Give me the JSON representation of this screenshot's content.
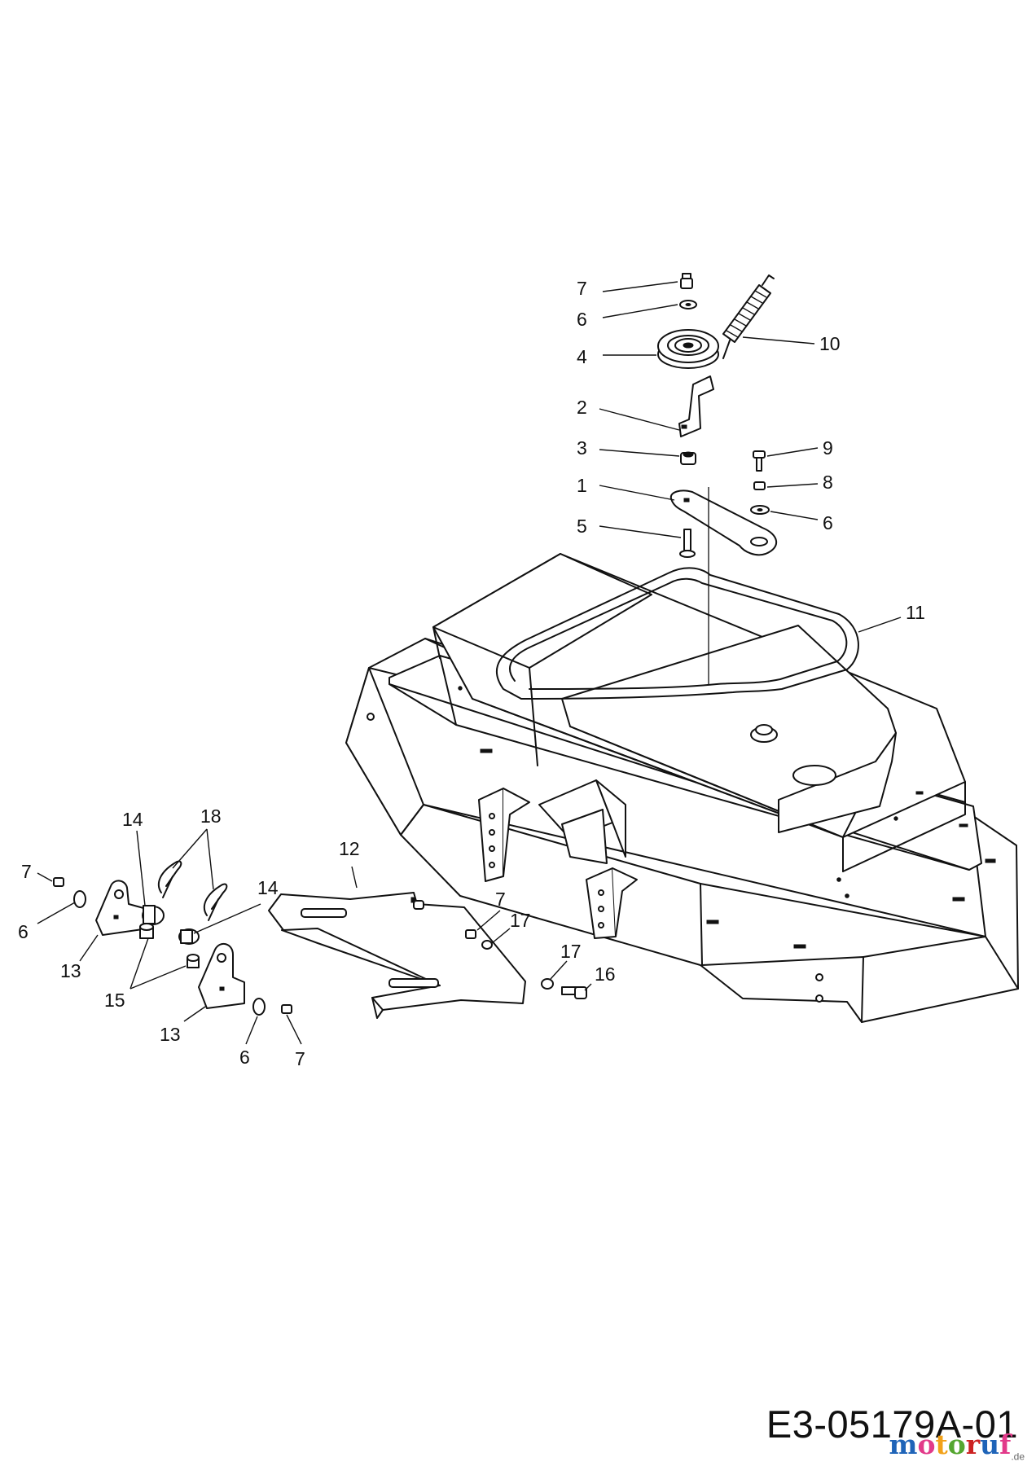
{
  "drawing_code": "E3-05179A-01",
  "watermark": {
    "letters": [
      "m",
      "o",
      "t",
      "o",
      "r",
      "u",
      "f"
    ],
    "suffix": ".de",
    "colors": [
      "#1f64b8",
      "#e23a8a",
      "#f2a21a",
      "#55a630",
      "#cc2222",
      "#1f64b8",
      "#e23a8a"
    ]
  },
  "callouts": {
    "c7_top": "7",
    "c6_top": "6",
    "c4": "4",
    "c10": "10",
    "c2": "2",
    "c3": "3",
    "c9": "9",
    "c1": "1",
    "c8": "8",
    "c6_right": "6",
    "c5": "5",
    "c11": "11",
    "c14_left": "14",
    "c18": "18",
    "c12": "12",
    "c7_left": "7",
    "c14_mid": "14",
    "c6_left": "6",
    "c13_left": "13",
    "c15": "15",
    "c13_low": "13",
    "c6_low": "6",
    "c7_low": "7",
    "c7_mid": "7",
    "c17_a": "17",
    "c17_b": "17",
    "c16": "16"
  }
}
